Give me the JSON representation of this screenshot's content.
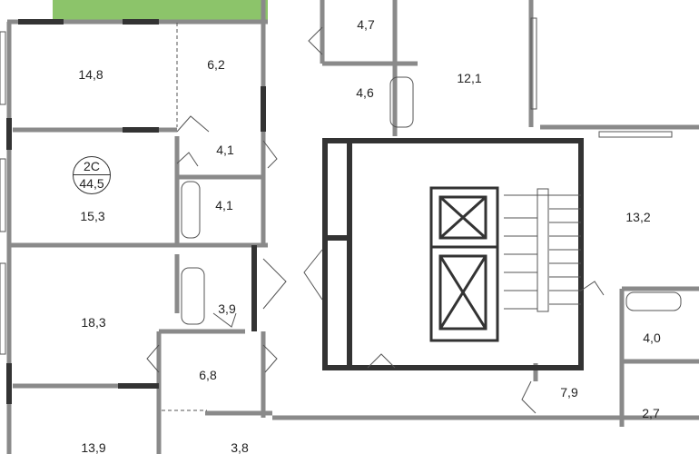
{
  "apartment": {
    "type": "2С",
    "total_area": "44,5",
    "highlight_color": "#8cc46a"
  },
  "rooms": [
    {
      "id": "r148",
      "area": "14,8"
    },
    {
      "id": "r62",
      "area": "6,2"
    },
    {
      "id": "r41a",
      "area": "4,1"
    },
    {
      "id": "r41b",
      "area": "4,1"
    },
    {
      "id": "r153",
      "area": "15,3"
    },
    {
      "id": "r183",
      "area": "18,3"
    },
    {
      "id": "r39",
      "area": "3,9"
    },
    {
      "id": "r68",
      "area": "6,8"
    },
    {
      "id": "r139",
      "area": "13,9"
    },
    {
      "id": "r38",
      "area": "3,8"
    },
    {
      "id": "r47",
      "area": "4,7"
    },
    {
      "id": "r46",
      "area": "4,6"
    },
    {
      "id": "r121",
      "area": "12,1"
    },
    {
      "id": "r132",
      "area": "13,2"
    },
    {
      "id": "r40",
      "area": "4,0"
    },
    {
      "id": "r79",
      "area": "7,9"
    },
    {
      "id": "r27",
      "area": "2,7"
    }
  ]
}
